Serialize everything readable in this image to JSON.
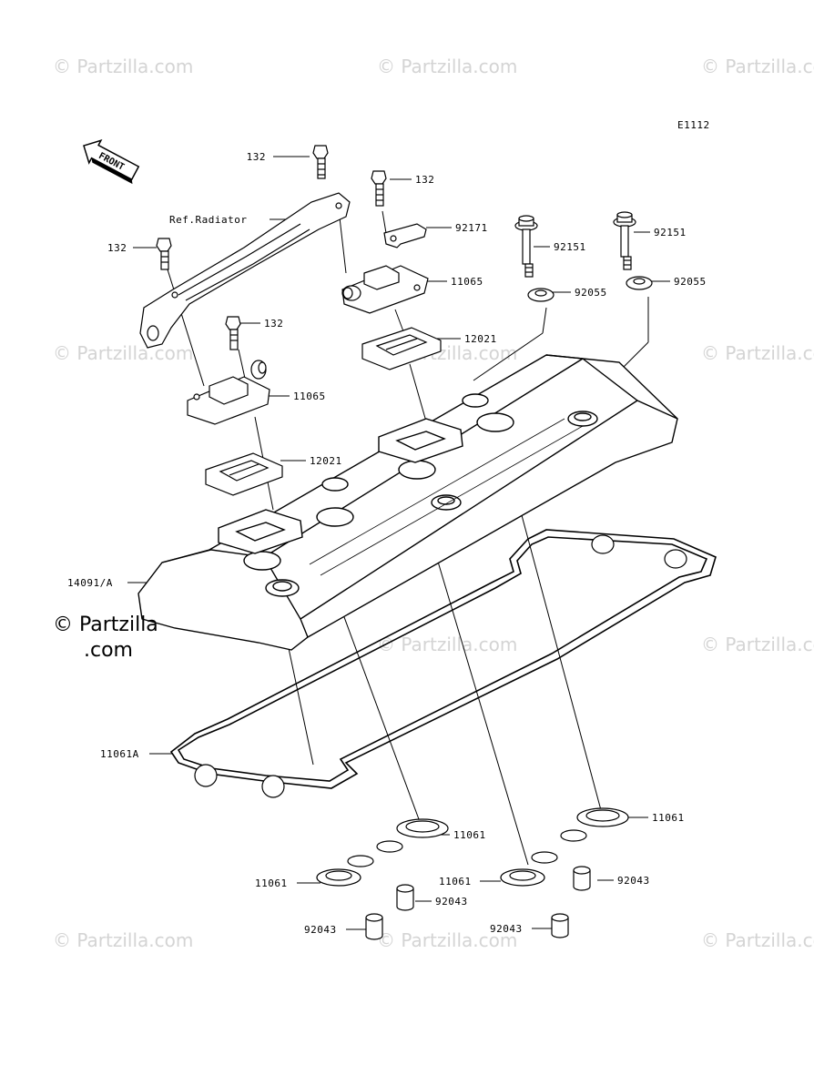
{
  "diagram_code": "E1112",
  "front_label": "FRONT",
  "watermark": "© Partzilla.com",
  "brand_line1": "© Partzilla",
  "brand_line2": ".com",
  "labels": {
    "bolt_radiator": "132",
    "bolt_left": "132",
    "bolt_cover_left": "132",
    "bolt_cover_right": "132",
    "ref_radiator": "Ref.Radiator",
    "bracket": "92171",
    "bolt_rubber_1": "92151",
    "bolt_rubber_2": "92151",
    "washer_1": "92055",
    "washer_2": "92055",
    "breather_upper": "11065",
    "breather_lower": "11065",
    "reed_upper": "12021",
    "reed_lower": "12021",
    "head_cover": "14091/A",
    "gasket": "11061A",
    "plug_gasket_1": "11061",
    "plug_gasket_2": "11061",
    "plug_gasket_3": "11061",
    "plug_gasket_4": "11061",
    "collar_1": "92043",
    "collar_2": "92043",
    "collar_3": "92043",
    "collar_4": "92043"
  }
}
